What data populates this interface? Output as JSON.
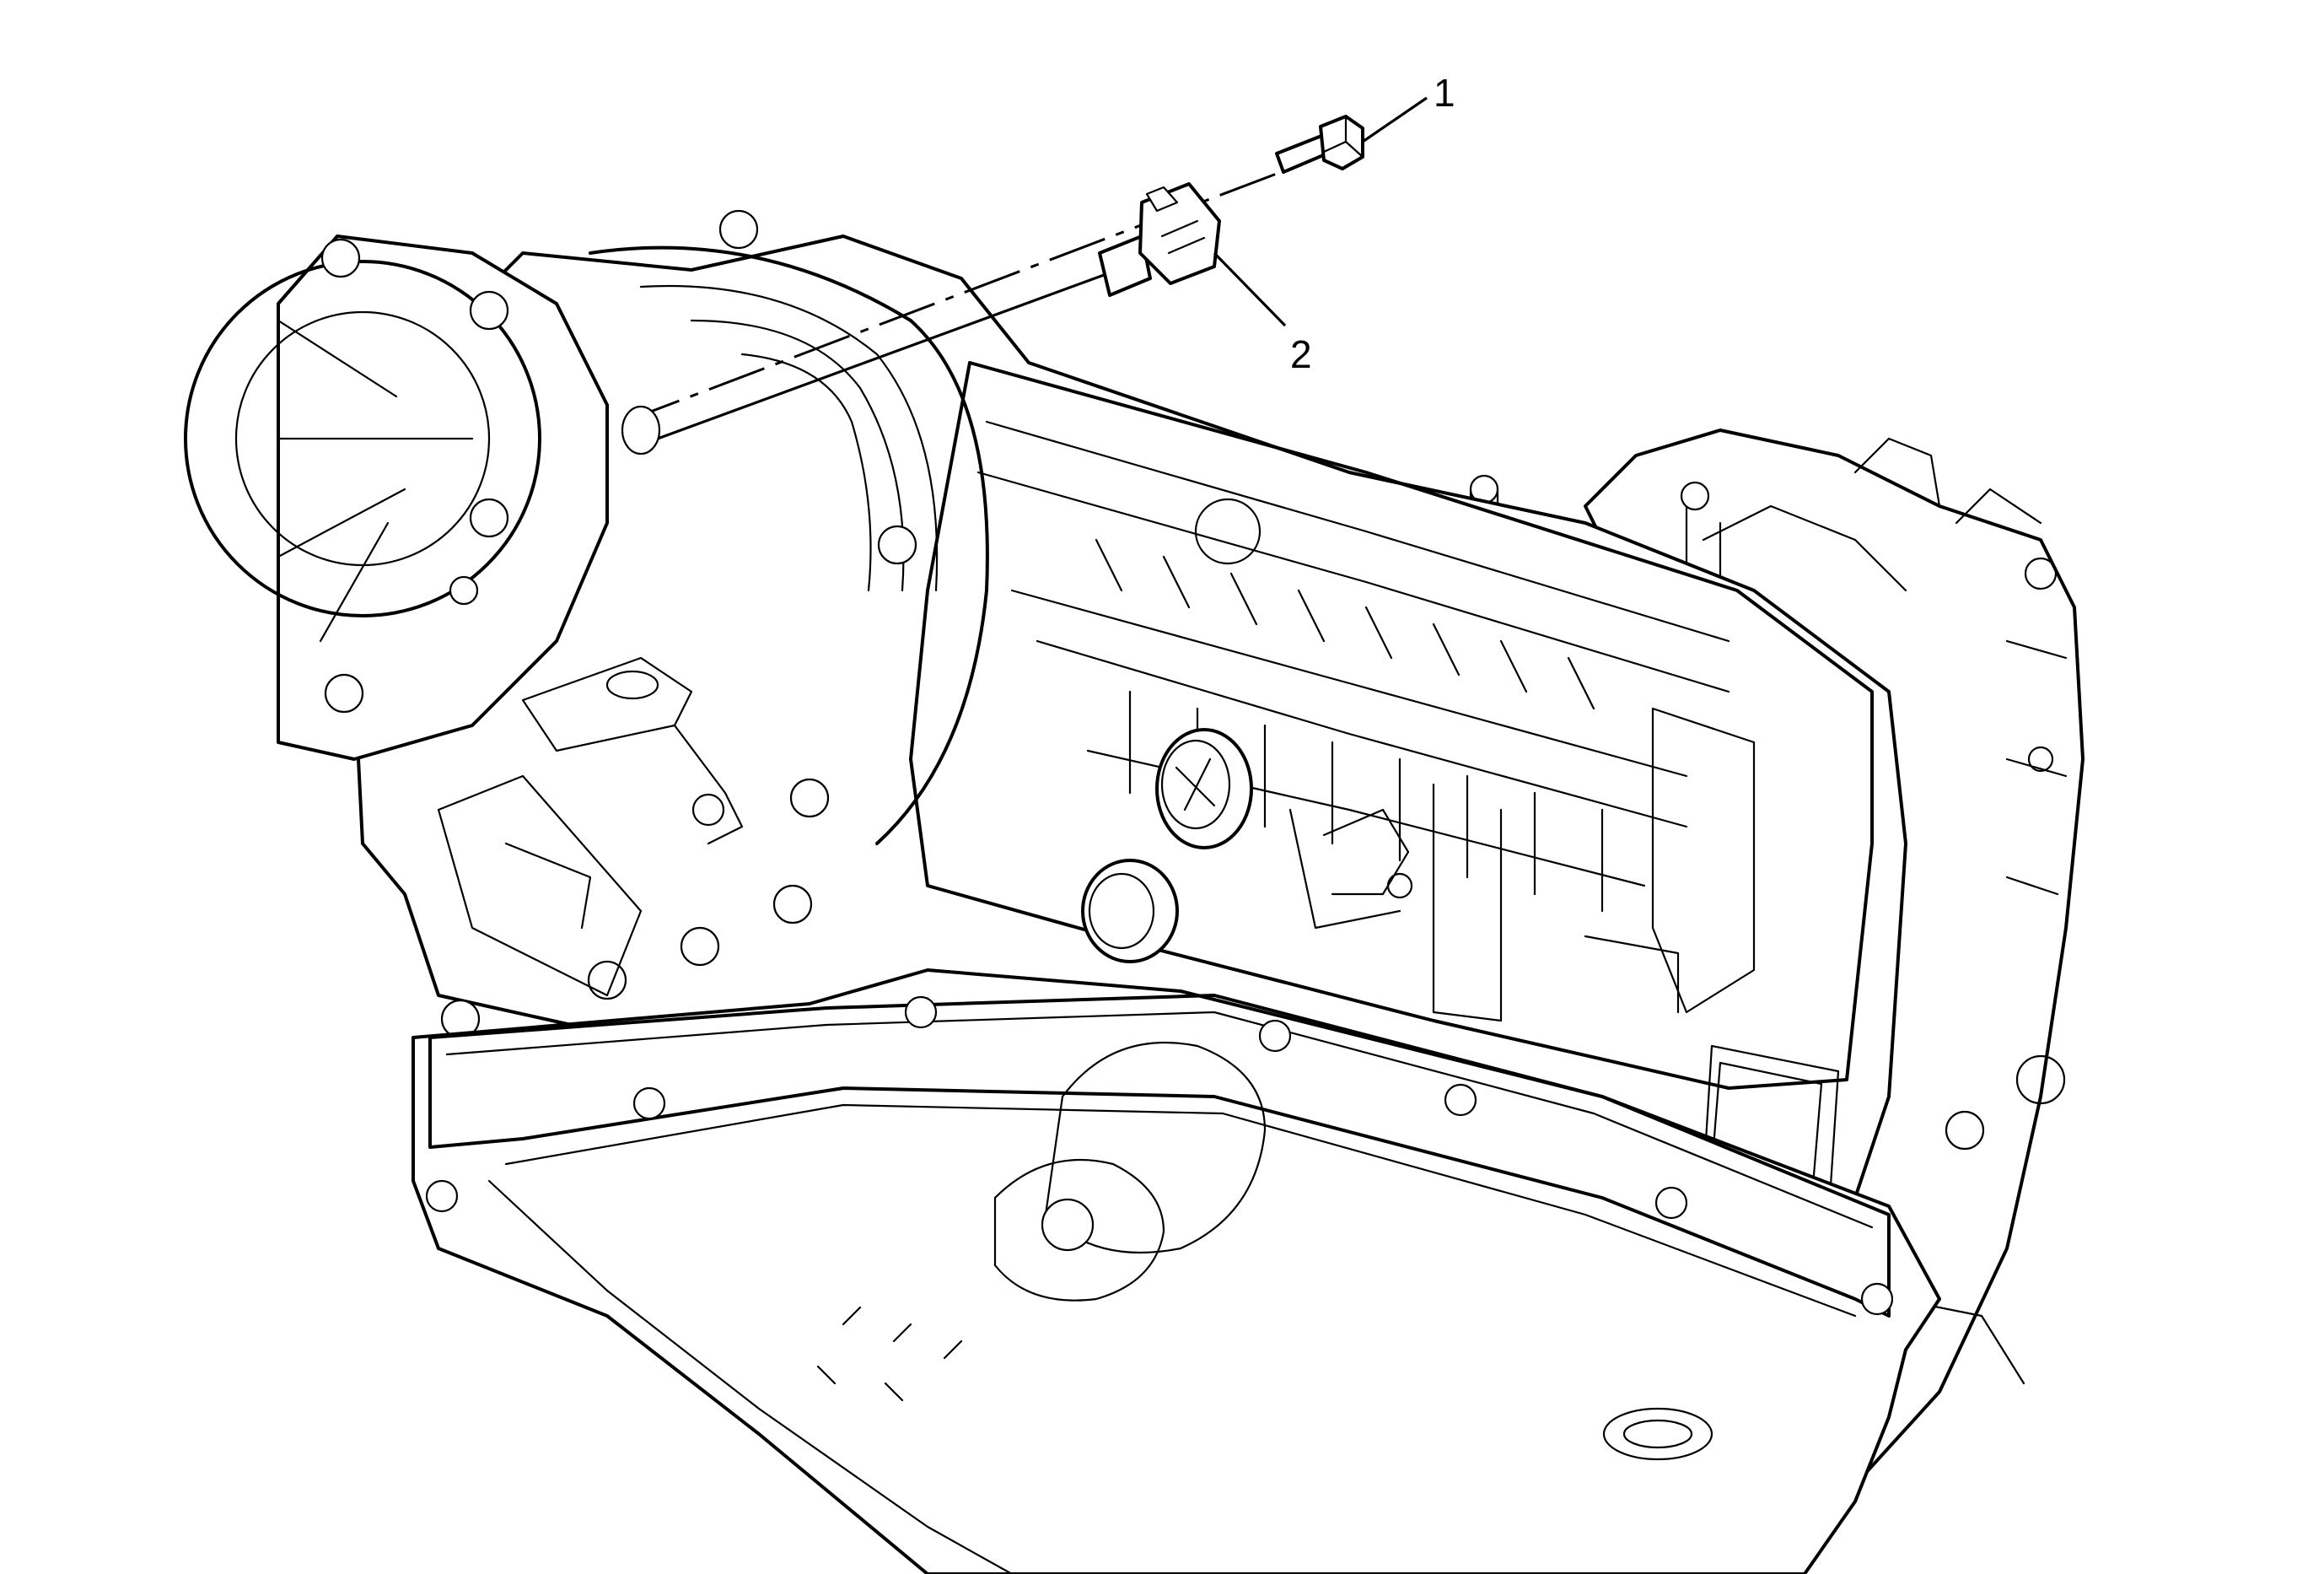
{
  "figure": {
    "callouts": [
      {
        "id": "bolt",
        "label": "1"
      },
      {
        "id": "sensor",
        "label": "2"
      }
    ],
    "icons": [
      "hex-bolt-icon",
      "speed-sensor-icon"
    ]
  }
}
